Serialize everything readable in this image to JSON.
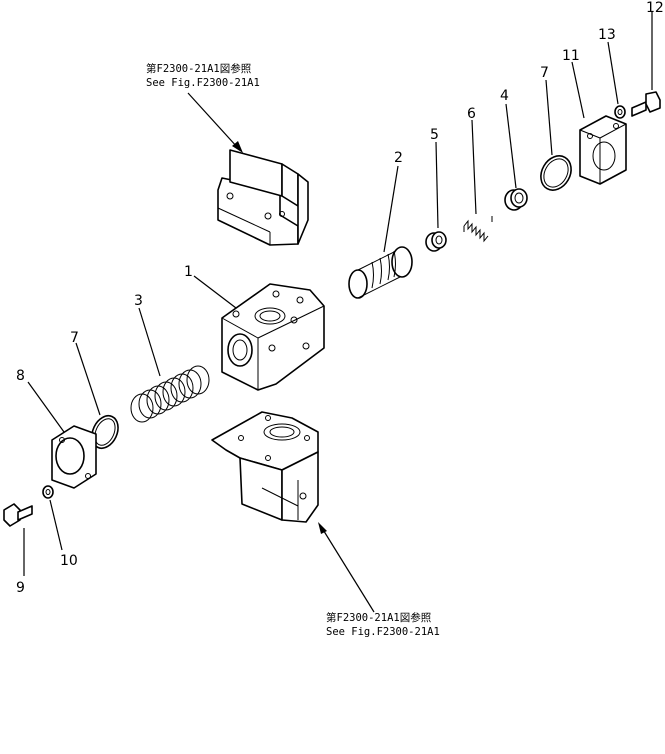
{
  "references": [
    {
      "line1": "第F2300-21A1図参照",
      "line2": "See Fig.F2300-21A1"
    },
    {
      "line1": "第F2300-21A1図参照",
      "line2": "See Fig.F2300-21A1"
    }
  ],
  "callouts": [
    "1",
    "2",
    "3",
    "4",
    "5",
    "6",
    "7",
    "7",
    "8",
    "9",
    "10",
    "11",
    "12",
    "13"
  ]
}
